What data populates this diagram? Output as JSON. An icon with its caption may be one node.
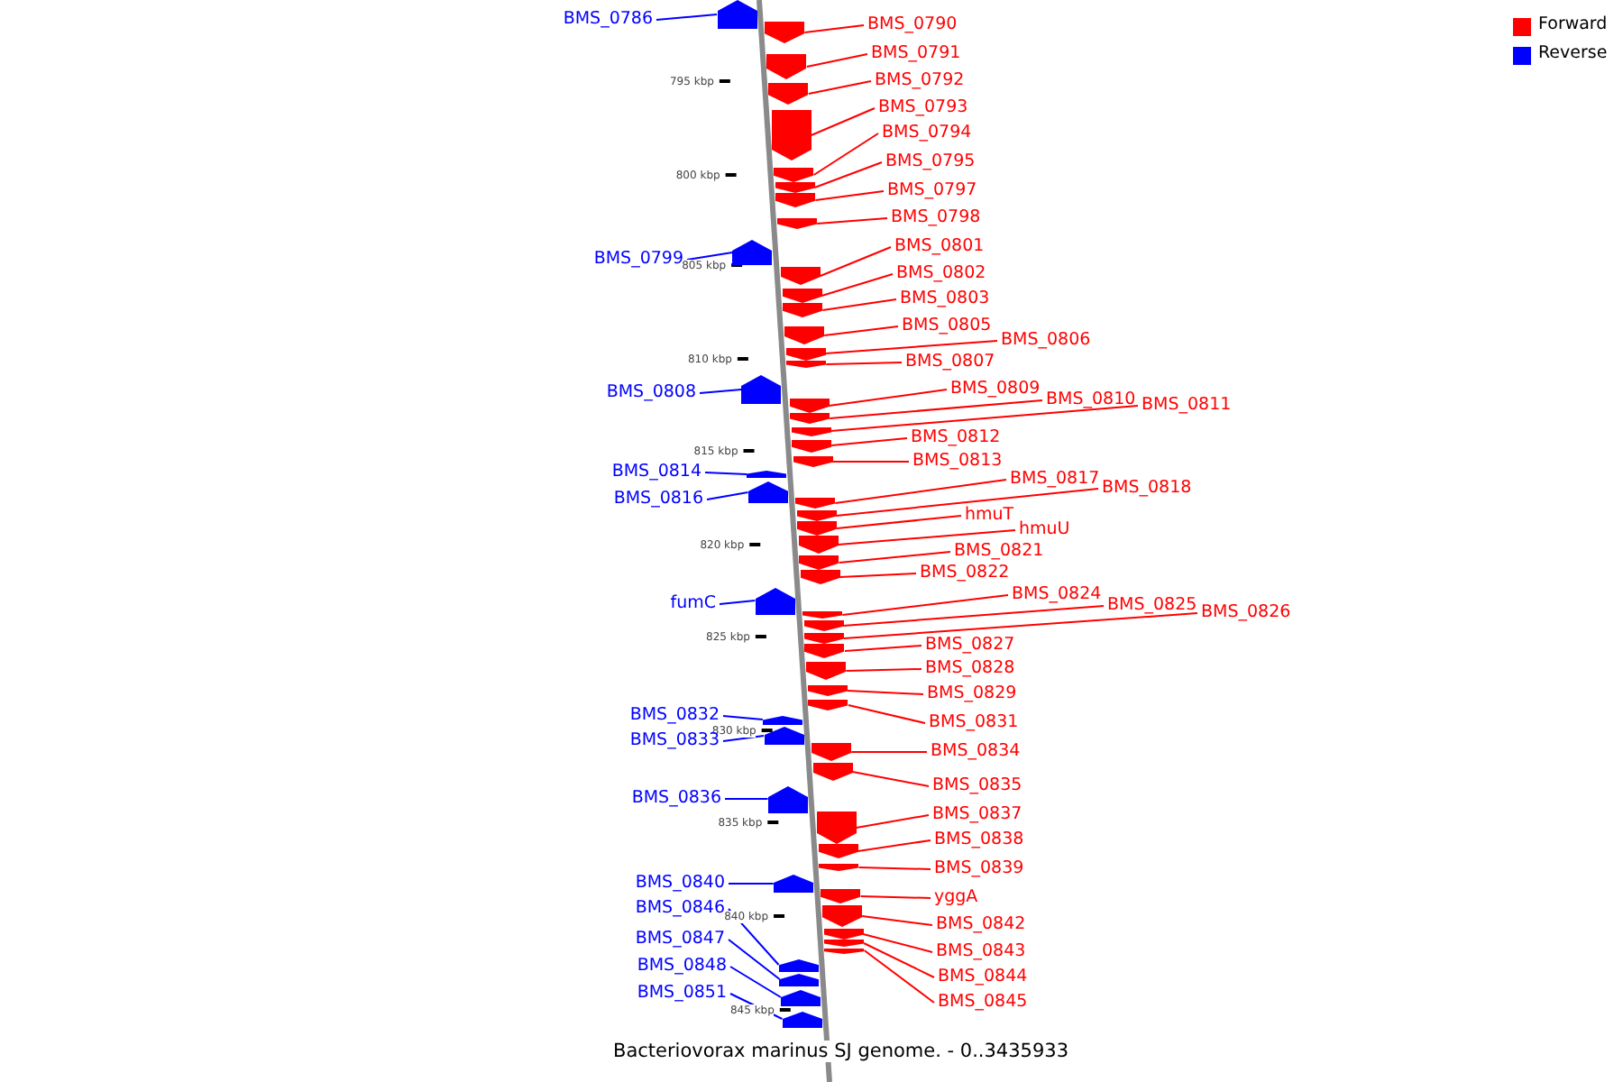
{
  "diagram": {
    "caption": "Bacteriovorax marinus SJ genome. - 0..3435933",
    "nodes": [
      {
        "text": [
          "BMS_0786"
        ]
      },
      {
        "text": [
          "BMS_0790"
        ]
      },
      {
        "text": [
          "BMS_0791"
        ]
      },
      {
        "text": [
          "BMS_0792"
        ]
      },
      {
        "text": [
          "BMS_0793"
        ]
      },
      {
        "text": [
          "BMS_0794"
        ]
      },
      {
        "text": [
          "BMS_0795"
        ]
      },
      {
        "text": [
          "BMS_0797"
        ]
      },
      {
        "text": [
          "BMS_0798"
        ]
      },
      {
        "text": [
          "BMS_0801"
        ]
      },
      {
        "text": [
          "BMS_0799"
        ]
      },
      {
        "text": [
          "BMS_0802"
        ]
      },
      {
        "text": [
          "BMS_0803"
        ]
      },
      {
        "text": [
          "BMS_0805"
        ]
      },
      {
        "text": [
          "BMS_0806"
        ]
      },
      {
        "text": [
          "BMS_0807"
        ]
      },
      {
        "text": [
          "BMS_0809"
        ]
      },
      {
        "text": [
          "BMS_0808"
        ]
      },
      {
        "text": [
          "BMS_0810"
        ]
      },
      {
        "text": [
          "BMS_0811"
        ]
      },
      {
        "text": [
          "BMS_0812"
        ]
      },
      {
        "text": [
          "BMS_0813"
        ]
      },
      {
        "text": [
          "BMS_0814"
        ]
      },
      {
        "text": [
          "BMS_0817"
        ]
      },
      {
        "text": [
          "BMS_0818"
        ]
      },
      {
        "text": [
          "BMS_0816"
        ]
      },
      {
        "text": [
          "hmuT"
        ]
      },
      {
        "text": [
          "hmuU"
        ]
      },
      {
        "text": [
          "BMS_0821"
        ]
      },
      {
        "text": [
          "BMS_0822"
        ]
      },
      {
        "text": [
          "BMS_0824"
        ]
      },
      {
        "text": [
          "fumC"
        ]
      },
      {
        "text": [
          "BMS_0825"
        ]
      },
      {
        "text": [
          "BMS_0826"
        ]
      },
      {
        "text": [
          "BMS_0827"
        ]
      },
      {
        "text": [
          "BMS_0828"
        ]
      },
      {
        "text": [
          "BMS_0829"
        ]
      },
      {
        "text": [
          "BMS_0832"
        ]
      },
      {
        "text": [
          "BMS_0831"
        ]
      },
      {
        "text": [
          "BMS_0833"
        ]
      },
      {
        "text": [
          "BMS_0834"
        ]
      },
      {
        "text": [
          "BMS_0835"
        ]
      },
      {
        "text": [
          "BMS_0836"
        ]
      },
      {
        "text": [
          "BMS_0837"
        ]
      },
      {
        "text": [
          "BMS_0838"
        ]
      },
      {
        "text": [
          "BMS_0839"
        ]
      },
      {
        "text": [
          "BMS_0840"
        ]
      },
      {
        "text": [
          "yggA"
        ]
      },
      {
        "text": [
          "BMS_0846"
        ]
      },
      {
        "text": [
          "BMS_0842"
        ]
      },
      {
        "text": [
          "BMS_0847"
        ]
      },
      {
        "text": [
          "BMS_0843"
        ]
      },
      {
        "text": [
          "BMS_0848"
        ]
      },
      {
        "text": [
          "BMS_0844"
        ]
      },
      {
        "text": [
          "BMS_0851"
        ]
      },
      {
        "text": [
          "BMS_0845"
        ]
      },
      {
        "text": [],
        "shape": "pentagon"
      },
      {
        "text": [],
        "shape": "pentagon"
      },
      {
        "text": [],
        "shape": "pentagon"
      },
      {
        "text": [],
        "shape": "pentagon"
      },
      {
        "text": [],
        "shape": "pentagon"
      },
      {
        "text": [],
        "shape": "pentagon"
      },
      {
        "text": [],
        "shape": "pentagon"
      },
      {
        "text": [],
        "shape": "pentagon"
      },
      {
        "text": [],
        "shape": "pentagon"
      },
      {
        "text": [],
        "shape": "pentagon"
      },
      {
        "text": [],
        "shape": "pentagon"
      },
      {
        "text": [],
        "shape": "pentagon"
      },
      {
        "text": [],
        "shape": "pentagon"
      },
      {
        "text": [],
        "shape": "pentagon"
      },
      {
        "text": [],
        "shape": "pentagon"
      },
      {
        "text": [],
        "shape": "pentagon"
      },
      {
        "text": [],
        "shape": "pentagon"
      },
      {
        "text": [],
        "shape": "pentagon"
      },
      {
        "text": [],
        "shape": "pentagon"
      },
      {
        "text": [],
        "shape": "pentagon"
      },
      {
        "text": [],
        "shape": "pentagon"
      },
      {
        "text": [],
        "shape": "pentagon"
      },
      {
        "text": [],
        "shape": "pentagon"
      },
      {
        "text": [],
        "shape": "pentagon"
      },
      {
        "text": [],
        "shape": "pentagon"
      },
      {
        "text": [],
        "shape": "pentagon"
      },
      {
        "text": [],
        "shape": "pentagon"
      },
      {
        "text": [],
        "shape": "pentagon"
      },
      {
        "text": [],
        "shape": "pentagon"
      },
      {
        "text": [],
        "shape": "pentagon"
      },
      {
        "text": [],
        "shape": "pentagon"
      },
      {
        "text": [],
        "shape": "pentagon"
      },
      {
        "text": [],
        "shape": "pentagon"
      },
      {
        "text": [],
        "shape": "pentagon"
      },
      {
        "text": [],
        "shape": "pentagon"
      },
      {
        "text": [],
        "shape": "pentagon"
      },
      {
        "text": [],
        "shape": "pentagon"
      },
      {
        "text": [],
        "shape": "pentagon"
      },
      {
        "text": [],
        "shape": "pentagon"
      },
      {
        "text": [],
        "shape": "pentagon"
      },
      {
        "text": [],
        "shape": "pentagon"
      },
      {
        "text": [],
        "shape": "pentagon"
      },
      {
        "text": [],
        "shape": "pentagon"
      },
      {
        "text": [],
        "shape": "pentagon"
      },
      {
        "text": [],
        "shape": "pentagon"
      },
      {
        "text": [],
        "shape": "pentagon"
      },
      {
        "text": [],
        "shape": "pentagon"
      },
      {
        "text": [],
        "shape": "pentagon"
      },
      {
        "text": [],
        "shape": "pentagon"
      },
      {
        "text": [],
        "shape": "pentagon"
      },
      {
        "text": [],
        "shape": "pentagon"
      },
      {
        "text": [],
        "shape": "pentagon"
      },
      {
        "text": [],
        "shape": "pentagon"
      },
      {
        "text": [],
        "shape": "pentagon"
      },
      {
        "text": [],
        "shape": "pentagon"
      },
      {
        "text": [],
        "shape": "pentagon"
      }
    ],
    "edges": [
      {
        "from": 0,
        "to": 56,
        "arrow": "none",
        "color": "#0000ff"
      },
      {
        "from": 1,
        "to": 57,
        "arrow": "none"
      },
      {
        "from": 2,
        "to": 58,
        "arrow": "none"
      },
      {
        "from": 3,
        "to": 59,
        "arrow": "none"
      },
      {
        "from": 4,
        "to": 60,
        "arrow": "none"
      },
      {
        "from": 5,
        "to": 61,
        "arrow": "none"
      },
      {
        "from": 6,
        "to": 62,
        "arrow": "none"
      },
      {
        "from": 7,
        "to": 63,
        "arrow": "none"
      },
      {
        "from": 8,
        "to": 64,
        "arrow": "none"
      },
      {
        "from": 9,
        "to": 65,
        "arrow": "none"
      },
      {
        "from": 10,
        "to": 66,
        "arrow": "none",
        "color": "#0000ff"
      },
      {
        "from": 11,
        "to": 67,
        "arrow": "none"
      },
      {
        "from": 12,
        "to": 68,
        "arrow": "none"
      },
      {
        "from": 13,
        "to": 69,
        "arrow": "none"
      },
      {
        "from": 14,
        "to": 70,
        "arrow": "none"
      },
      {
        "from": 15,
        "to": 71,
        "arrow": "none"
      },
      {
        "from": 16,
        "to": 72,
        "arrow": "none"
      },
      {
        "from": 17,
        "to": 73,
        "arrow": "none",
        "color": "#0000ff"
      },
      {
        "from": 18,
        "to": 74,
        "arrow": "none"
      },
      {
        "from": 19,
        "to": 75,
        "arrow": "none"
      },
      {
        "from": 20,
        "to": 76,
        "arrow": "none"
      },
      {
        "from": 21,
        "to": 77,
        "arrow": "none"
      },
      {
        "from": 22,
        "to": 78,
        "arrow": "none",
        "color": "#0000ff"
      },
      {
        "from": 23,
        "to": 79,
        "arrow": "none"
      },
      {
        "from": 24,
        "to": 80,
        "arrow": "none"
      },
      {
        "from": 25,
        "to": 81,
        "arrow": "none",
        "color": "#0000ff"
      },
      {
        "from": 26,
        "to": 82,
        "arrow": "none"
      },
      {
        "from": 27,
        "to": 83,
        "arrow": "none"
      },
      {
        "from": 28,
        "to": 84,
        "arrow": "none"
      },
      {
        "from": 29,
        "to": 85,
        "arrow": "none"
      },
      {
        "from": 30,
        "to": 86,
        "arrow": "none"
      },
      {
        "from": 31,
        "to": 87,
        "arrow": "none",
        "color": "#0000ff"
      },
      {
        "from": 32,
        "to": 88,
        "arrow": "none"
      },
      {
        "from": 33,
        "to": 89,
        "arrow": "none"
      },
      {
        "from": 34,
        "to": 90,
        "arrow": "none"
      },
      {
        "from": 35,
        "to": 91,
        "arrow": "none"
      },
      {
        "from": 36,
        "to": 92,
        "arrow": "none"
      },
      {
        "from": 37,
        "to": 93,
        "arrow": "none",
        "color": "#0000ff"
      },
      {
        "from": 38,
        "to": 94,
        "arrow": "none"
      },
      {
        "from": 39,
        "to": 95,
        "arrow": "none",
        "color": "#0000ff"
      },
      {
        "from": 40,
        "to": 96,
        "arrow": "none"
      },
      {
        "from": 41,
        "to": 97,
        "arrow": "none"
      },
      {
        "from": 42,
        "to": 98,
        "arrow": "none",
        "color": "#0000ff"
      },
      {
        "from": 43,
        "to": 99,
        "arrow": "none"
      },
      {
        "from": 44,
        "to": 100,
        "arrow": "none"
      },
      {
        "from": 45,
        "to": 101,
        "arrow": "none"
      },
      {
        "from": 46,
        "to": 102,
        "arrow": "none",
        "color": "#0000ff"
      },
      {
        "from": 47,
        "to": 103,
        "arrow": "none"
      },
      {
        "from": 48,
        "to": 104,
        "arrow": "none",
        "color": "#0000ff"
      },
      {
        "from": 49,
        "to": 105,
        "arrow": "none"
      },
      {
        "from": 50,
        "to": 106,
        "arrow": "none",
        "color": "#0000ff"
      },
      {
        "from": 51,
        "to": 107,
        "arrow": "none"
      },
      {
        "from": 52,
        "to": 108,
        "arrow": "none",
        "color": "#0000ff"
      },
      {
        "from": 53,
        "to": 109,
        "arrow": "none"
      },
      {
        "from": 54,
        "to": 110,
        "arrow": "none",
        "color": "#0000ff"
      },
      {
        "from": 55,
        "to": 111,
        "arrow": "none"
      }
    ],
    "labels": [
      "795 kbp",
      "800 kbp",
      "805 kbp",
      "810 kbp",
      "815 kbp",
      "820 kbp",
      "825 kbp",
      "830 kbp",
      "835 kbp",
      "840 kbp",
      "845 kbp"
    ],
    "legend": [
      {
        "text": "Forward",
        "color": "#ff0000"
      },
      {
        "text": "Reverse",
        "color": "#0000ff"
      }
    ]
  }
}
